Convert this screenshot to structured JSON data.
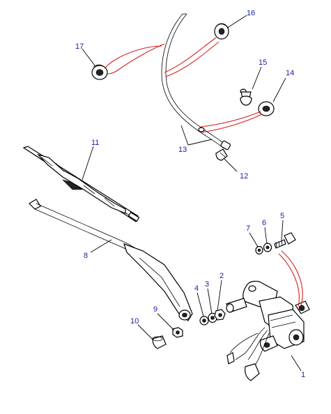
{
  "diagram": {
    "callouts": [
      {
        "id": "c1",
        "label": "1"
      },
      {
        "id": "c2",
        "label": "2"
      },
      {
        "id": "c3",
        "label": "3"
      },
      {
        "id": "c4",
        "label": "4"
      },
      {
        "id": "c5",
        "label": "5"
      },
      {
        "id": "c6",
        "label": "6"
      },
      {
        "id": "c7",
        "label": "7"
      },
      {
        "id": "c8",
        "label": "8"
      },
      {
        "id": "c9",
        "label": "9"
      },
      {
        "id": "c10",
        "label": "10"
      },
      {
        "id": "c11",
        "label": "11"
      },
      {
        "id": "c12",
        "label": "12"
      },
      {
        "id": "c13",
        "label": "13"
      },
      {
        "id": "c14",
        "label": "14"
      },
      {
        "id": "c15",
        "label": "15"
      },
      {
        "id": "c16",
        "label": "16"
      },
      {
        "id": "c17",
        "label": "17"
      }
    ],
    "colors": {
      "callout_text": "#1a1aa8",
      "connector": "#d42020",
      "line": "#000000"
    }
  }
}
